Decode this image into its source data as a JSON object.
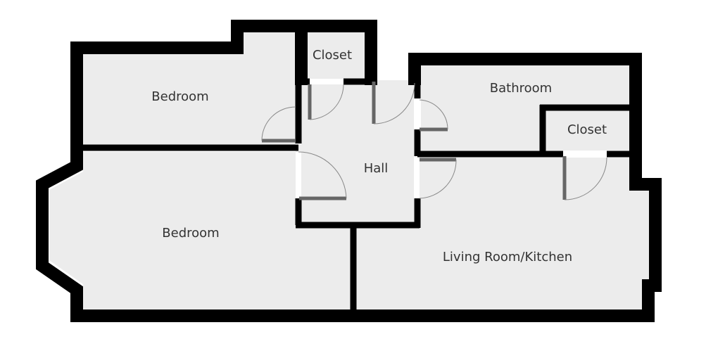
{
  "colors": {
    "wall": "#000000",
    "floor": "#ececec",
    "door": "#666666",
    "door_swing": "#888888",
    "label": "#333333"
  },
  "rooms": {
    "bedroom_top": "Bedroom",
    "closet_top": "Closet",
    "bathroom": "Bathroom",
    "closet_right": "Closet",
    "hall": "Hall",
    "bedroom_bottom": "Bedroom",
    "living_kitchen": "Living Room/Kitchen"
  }
}
